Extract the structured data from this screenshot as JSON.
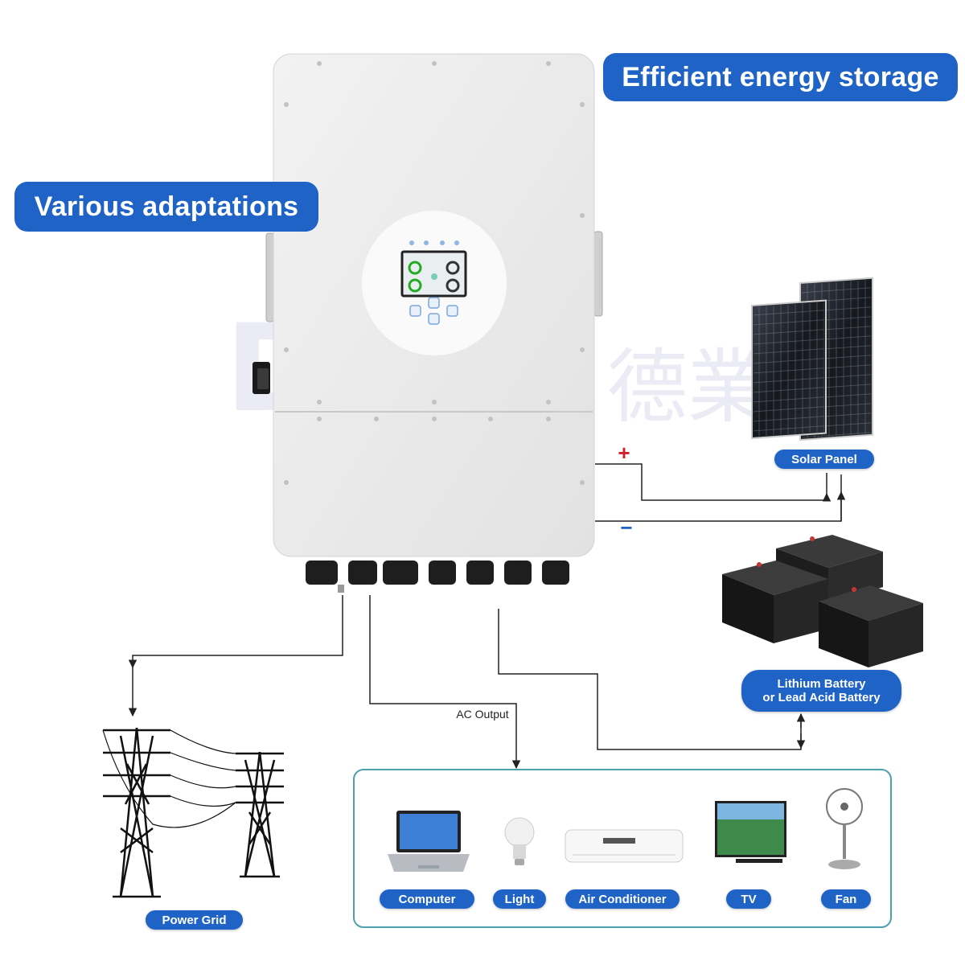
{
  "headline_storage": "Efficient energy storage",
  "headline_adaptations": "Various adaptations",
  "watermark": {
    "latin": "Deye",
    "cjk": "德業"
  },
  "labels": {
    "solar_panel": "Solar Panel",
    "battery_line1": "Lithium Battery",
    "battery_line2": "or Lead Acid Battery",
    "power_grid": "Power Grid",
    "ac_output": "AC Output"
  },
  "polarity": {
    "positive": "+",
    "negative": "−"
  },
  "loads": [
    {
      "label": "Computer",
      "icon": "laptop-icon"
    },
    {
      "label": "Light",
      "icon": "light-bulb-icon"
    },
    {
      "label": "Air Conditioner",
      "icon": "air-conditioner-icon"
    },
    {
      "label": "TV",
      "icon": "tv-icon"
    },
    {
      "label": "Fan",
      "icon": "fan-icon"
    }
  ],
  "colors": {
    "accent": "#1f63c6",
    "positive": "#d0202a",
    "negative": "#1f63c6",
    "loads_border": "#4da0b0",
    "line": "#222222"
  }
}
